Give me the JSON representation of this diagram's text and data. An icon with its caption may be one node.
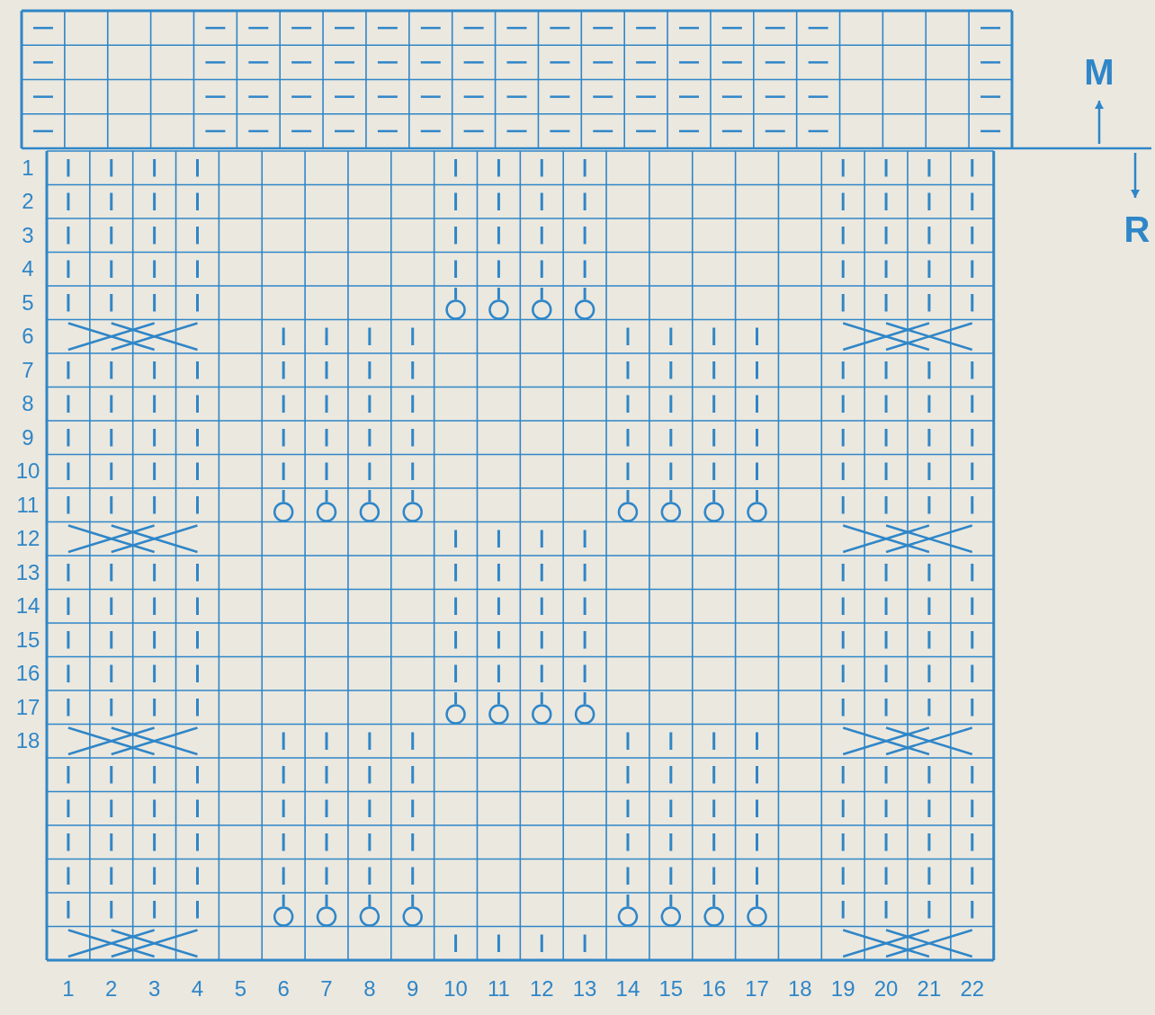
{
  "diagram": {
    "labels": [
      "M",
      "R",
      "1",
      "2",
      "3",
      "4",
      "5",
      "6",
      "7",
      "8",
      "9",
      "10",
      "11",
      "12",
      "13",
      "14",
      "15",
      "16",
      "17",
      "18",
      "1",
      "2",
      "3",
      "4",
      "5",
      "6",
      "7",
      "8",
      "9",
      "10",
      "11",
      "12",
      "13",
      "14",
      "15",
      "16",
      "17",
      "18",
      "19",
      "20",
      "21",
      "22"
    ]
  }
}
